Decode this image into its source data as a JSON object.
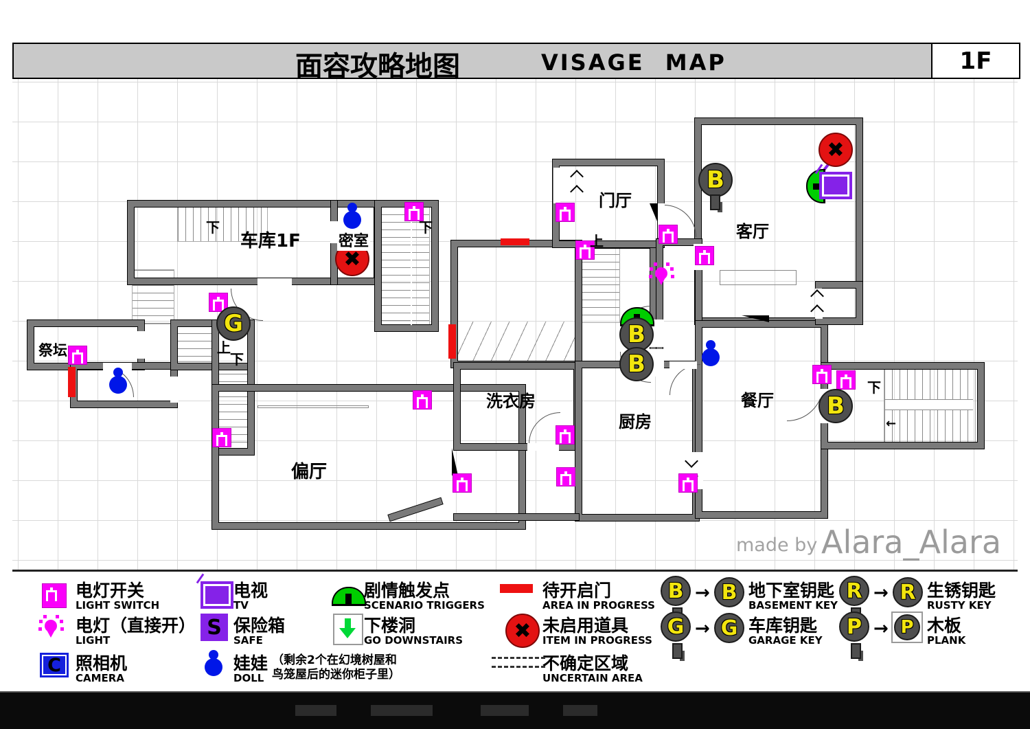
{
  "title": {
    "zh": "面容攻略地图",
    "en": "VISAGE MAP",
    "floor": "1F"
  },
  "watermark": {
    "prefix": "made by",
    "author": "Alara_Alara"
  },
  "rooms": {
    "garage": "车库1F",
    "secret": "密室",
    "foyer": "门厅",
    "living": "客厅",
    "altar": "祭坛",
    "laundry": "洗衣房",
    "kitchen": "厨房",
    "dining": "餐厅",
    "sidehall": "偏厅"
  },
  "stairs": {
    "up": "上",
    "down": "下",
    "arrow_left": "←"
  },
  "keys": {
    "b": "B",
    "g": "G",
    "r": "R",
    "p": "P"
  },
  "icon_letters": {
    "safe": "S",
    "camera": "C",
    "x_mark": "✖"
  },
  "misc": {
    "arrow": "→"
  },
  "colors": {
    "wall": "#7a7a7a",
    "magenta": "#fa00fa",
    "purple": "#8522e8",
    "trigger_green": "#00ce00",
    "arrow_green": "#00d837",
    "red": "#ee1111",
    "doll_blue": "#0016e8",
    "camera_blue": "#1520dc",
    "key_gray": "#4f4f4f",
    "key_yellow": "#f2e50e",
    "titlebar_gray": "#c9c9c9"
  },
  "legend": {
    "items": [
      {
        "icon": "light-switch",
        "zh": "电灯开关",
        "en": "LIGHT SWITCH"
      },
      {
        "icon": "light",
        "zh": "电灯（直接开）",
        "en": "LIGHT"
      },
      {
        "icon": "camera",
        "zh": "照相机",
        "en": "CAMERA"
      },
      {
        "icon": "tv",
        "zh": "电视",
        "en": "TV"
      },
      {
        "icon": "safe",
        "zh": "保险箱",
        "en": "SAFE"
      },
      {
        "icon": "doll",
        "zh": "娃娃",
        "en": "DOLL",
        "note": "（剩余2个在幻境树屋和\n鸟笼屋后的迷你柜子里）"
      },
      {
        "icon": "scenario-trigger",
        "zh": "剧情触发点",
        "en": "SCENARIO TRIGGERS"
      },
      {
        "icon": "go-downstairs",
        "zh": "下楼洞",
        "en": "GO DOWNSTAIRS"
      },
      {
        "icon": "door-to-open",
        "zh": "待开启门",
        "en": "AREA IN PROGRESS"
      },
      {
        "icon": "item-in-progress",
        "zh": "未启用道具",
        "en": "ITEM IN PROGRESS"
      },
      {
        "icon": "uncertain-area",
        "zh": "不确定区域",
        "en": "UNCERTAIN AREA"
      },
      {
        "icon": "basement-key",
        "zh": "地下室钥匙",
        "en": "BASEMENT KEY"
      },
      {
        "icon": "garage-key",
        "zh": "车库钥匙",
        "en": "GARAGE KEY"
      },
      {
        "icon": "rusty-key",
        "zh": "生锈钥匙",
        "en": "RUSTY KEY"
      },
      {
        "icon": "plank",
        "zh": "木板",
        "en": "PLANK"
      }
    ]
  }
}
